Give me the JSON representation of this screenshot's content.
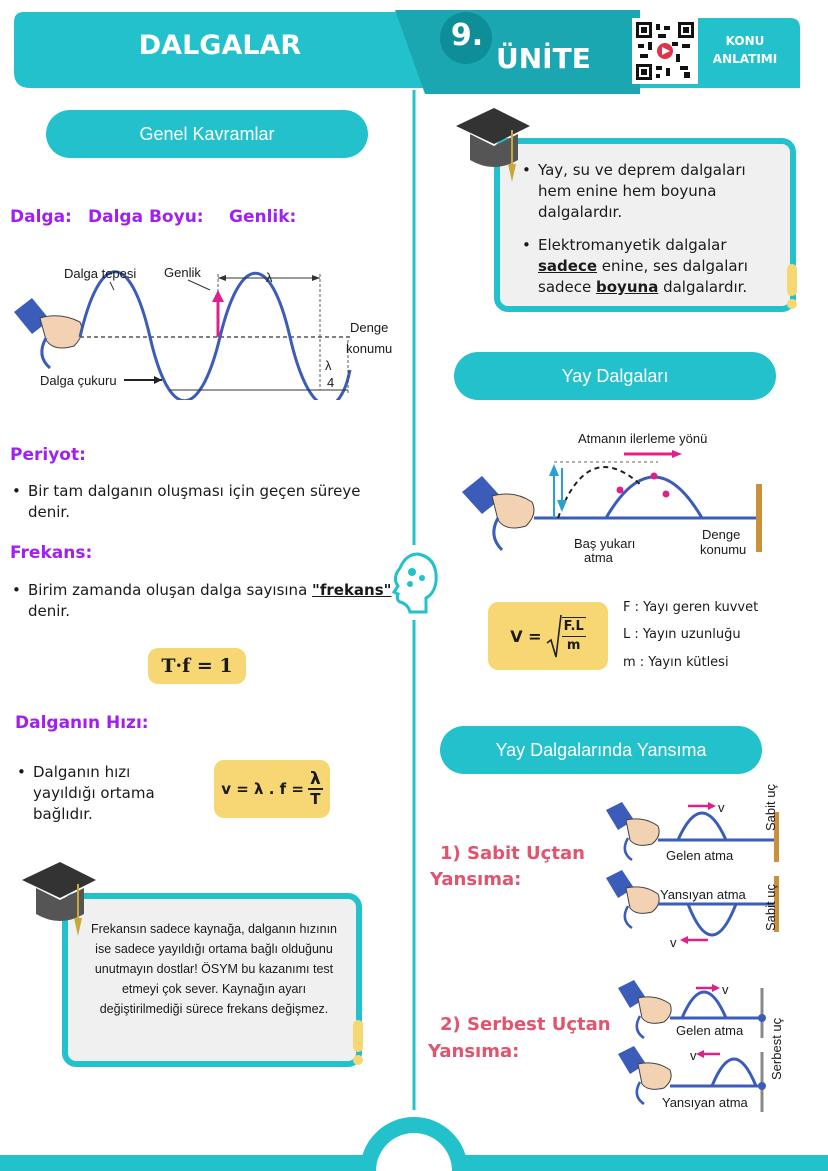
{
  "header": {
    "title": "DALGALAR",
    "unit_number": "9.",
    "unit_label": "ÜNİTE",
    "side_label_1": "KONU",
    "side_label_2": "ANLATIMI"
  },
  "left": {
    "section1": "Genel Kavramlar",
    "terms": {
      "dalga": "Dalga:",
      "dalga_boyu": "Dalga Boyu:",
      "genlik": "Genlik:"
    },
    "wave_diagram": {
      "crest": "Dalga tepesi",
      "amplitude": "Genlik",
      "lambda": "λ",
      "equilibrium_1": "Denge",
      "equilibrium_2": "konumu",
      "trough": "Dalga çukuru",
      "quarter_num": "λ",
      "quarter_den": "4"
    },
    "periyot_title": "Periyot:",
    "periyot_text": "Bir tam dalganın oluşması için geçen süreye denir.",
    "frekans_title": "Frekans:",
    "frekans_text_1": "Birim zamanda oluşan dalga sayısına ",
    "frekans_text_word": "\"frekans\"",
    "frekans_text_2": " denir.",
    "formula_tf": "T·f = 1",
    "hiz_title": "Dalganın Hızı:",
    "hiz_text": "Dalganın hızı yayıldığı ortama bağlıdır.",
    "formula_v_left": "v = λ . f =",
    "formula_v_num": "λ",
    "formula_v_den": "T",
    "note": "Frekansın sadece kaynağa, dalganın hızının ise sadece yayıldığı ortama bağlı olduğunu unutmayın dostlar! ÖSYM bu kazanımı test etmeyi çok sever. Kaynağın ayarı değiştirilmediği sürece frekans değişmez."
  },
  "right": {
    "note_bullet_1": "Yay, su ve deprem dalgaları hem enine hem boyuna dalgalardır.",
    "note_bullet_2_a": "Elektromanyetik dalgalar ",
    "note_bullet_2_b": "sadece",
    "note_bullet_2_c": " enine, ses dalgaları sadece ",
    "note_bullet_2_d": "boyuna",
    "note_bullet_2_e": " dalgalardır.",
    "section2": "Yay Dalgaları",
    "spring_diagram": {
      "direction": "Atmanın ilerleme yönü",
      "head_up_1": "Baş yukarı",
      "head_up_2": "atma",
      "eq_1": "Denge",
      "eq_2": "konumu"
    },
    "formula_spring_left": "V =",
    "formula_spring_num": "F.L",
    "formula_spring_den": "m",
    "legend": [
      "F : Yayı geren kuvvet",
      "L : Yayın uzunluğu",
      "m : Yayın kütlesi"
    ],
    "section3": "Yay Dalgalarında Yansıma",
    "fixed_title_1": "1) Sabit Uçtan",
    "fixed_title_2": "Yansıma:",
    "free_title_1": "2) Serbest Uçtan",
    "free_title_2": "Yansıma:",
    "incident": "Gelen atma",
    "reflected": "Yansıyan atma",
    "fixed_end": "Sabit uç",
    "free_end": "Serbest uç",
    "v": "v"
  },
  "colors": {
    "accent": "#22c1cc",
    "purple": "#a020f0",
    "pink": "#e0546e",
    "yellow": "#f7d774",
    "wave": "#3b5cb8"
  }
}
